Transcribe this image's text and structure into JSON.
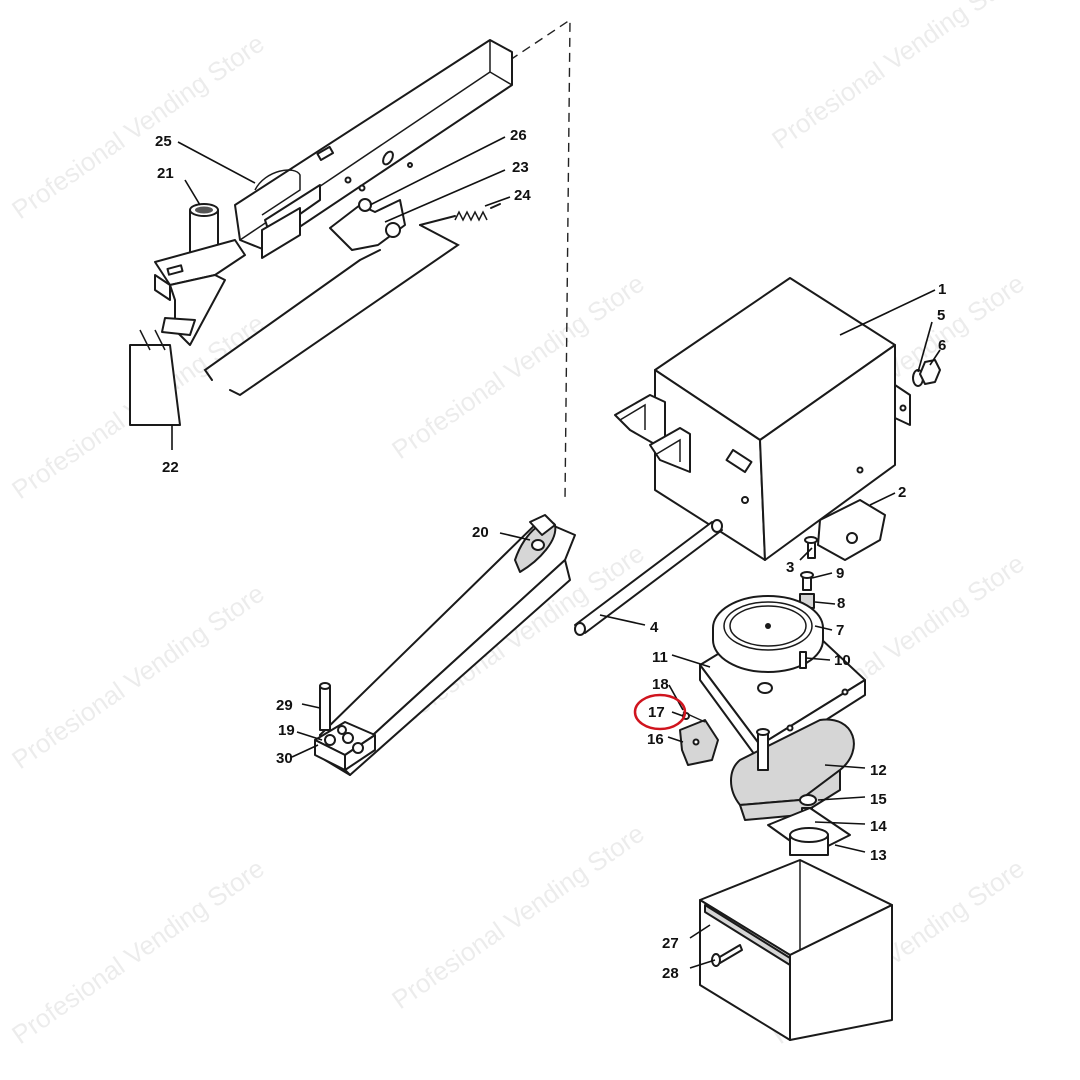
{
  "watermark": {
    "text": "Profesional Vending Store"
  },
  "highlight": {
    "part": "17",
    "color": "#d0141e"
  },
  "callouts": [
    "1",
    "2",
    "3",
    "4",
    "5",
    "6",
    "7",
    "8",
    "9",
    "10",
    "11",
    "12",
    "13",
    "14",
    "15",
    "16",
    "17",
    "18",
    "19",
    "20",
    "21",
    "22",
    "23",
    "24",
    "25",
    "26",
    "27",
    "28",
    "29",
    "30"
  ]
}
